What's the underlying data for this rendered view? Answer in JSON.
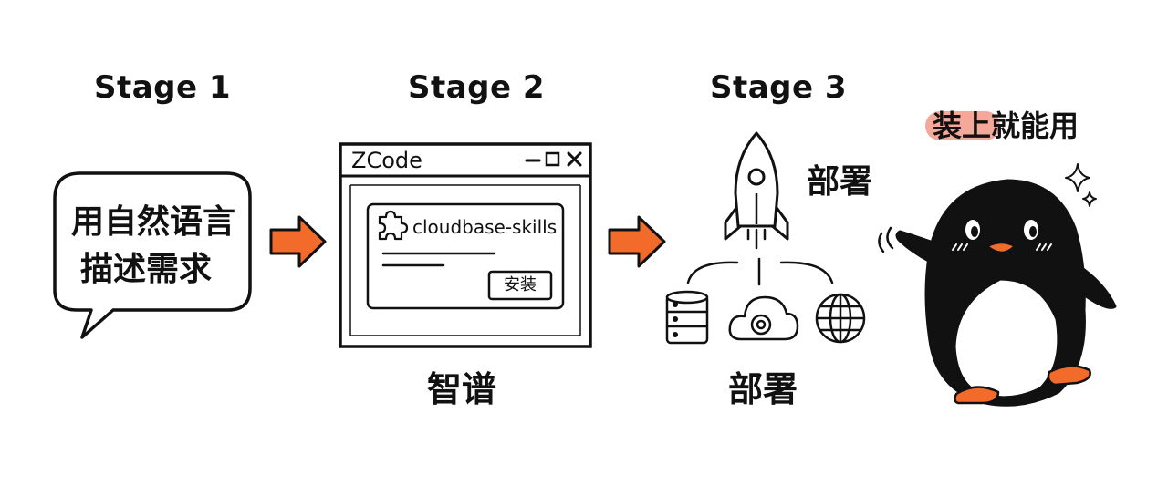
{
  "stages": [
    {
      "title": "Stage 1"
    },
    {
      "title": "Stage 2"
    },
    {
      "title": "Stage 3"
    }
  ],
  "bubble": {
    "line1": "用自然语言",
    "line2": "描述需求"
  },
  "window": {
    "title": "ZCode",
    "plugin_name": "cloudbase-skills",
    "install_label": "安装"
  },
  "stage2_caption": "智谱",
  "stage3": {
    "rocket_label": "部署",
    "caption": "部署"
  },
  "mascot": {
    "tagline_highlight": "装上",
    "tagline_rest": "就能用"
  },
  "colors": {
    "accent": "#f26b2a",
    "highlight": "#f3a89a",
    "ink": "#111111"
  },
  "icons": [
    "puzzle-icon",
    "minimize-icon",
    "maximize-icon",
    "close-icon",
    "rocket-icon",
    "database-icon",
    "cloud-gear-icon",
    "globe-icon",
    "sparkle-icon",
    "penguin-mascot"
  ]
}
